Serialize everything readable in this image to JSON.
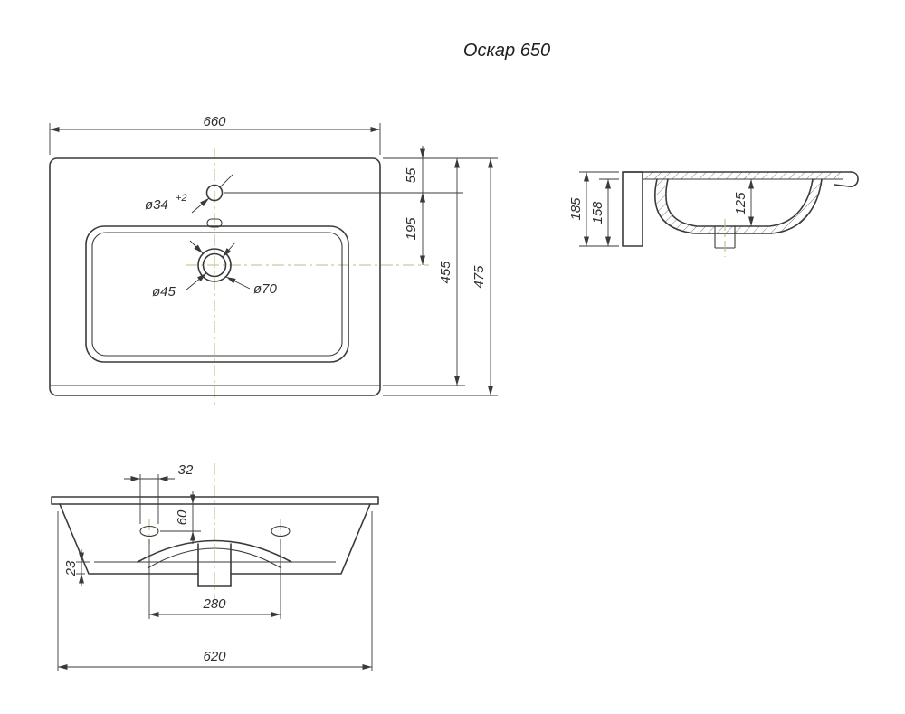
{
  "title": "Оскар 650",
  "plan": {
    "dims": {
      "width": "660",
      "faucet_offset": "55",
      "faucet_to_drain": "195",
      "inner_depth": "455",
      "total_depth": "475"
    },
    "labels": {
      "faucet_dia": "ø34",
      "faucet_tol": "+2",
      "drain_inner_dia": "ø45",
      "drain_outer_dia": "ø70"
    }
  },
  "side": {
    "dims": {
      "total_height": "185",
      "inner_height": "158",
      "bowl_depth": "125"
    }
  },
  "front": {
    "dims": {
      "slot_width": "32",
      "slot_depth": "60",
      "bottom_lip": "23",
      "hole_spacing": "280",
      "base_width": "620"
    }
  },
  "colors": {
    "line": "#3a3a3a",
    "centerline": "#bdbd85"
  }
}
